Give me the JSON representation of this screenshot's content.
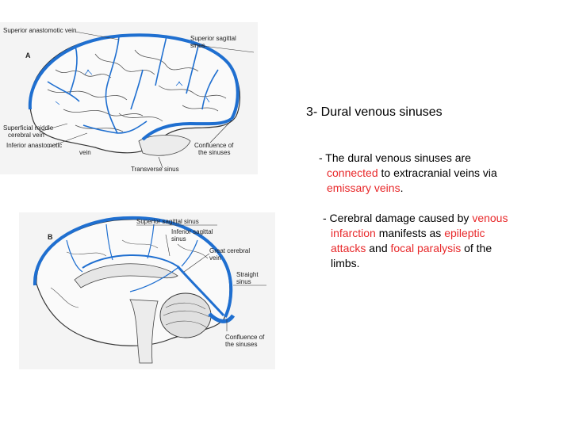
{
  "heading": "3- Dural venous sinuses",
  "para1": {
    "l1": "- The dural venous sinuses are",
    "l2_red": "connected",
    "l2_rest": " to extracranial veins via",
    "l3_red": "emissary veins",
    "l3_end": "."
  },
  "para2": {
    "l1_start": "- Cerebral damage caused by ",
    "l1_red": "venous",
    "l2_red1": "infarction",
    "l2_mid": " manifests as ",
    "l2_red2": "epileptic",
    "l3_red1": "attacks",
    "l3_mid": " and ",
    "l3_red2": "focal paralysis",
    "l3_end": " of the",
    "l4": "limbs."
  },
  "figure_a": {
    "letter": "A",
    "labels": {
      "superior_anastomotic_vein": "Superior anastomotic vein",
      "superior_sagittal": "Superior sagittal",
      "sinus": "sinus",
      "superficial_middle": "Superficial middle",
      "cerebral_vein": "cerebral vein",
      "inferior_anastomotic": "Inferior anastomotic",
      "vein": "vein",
      "confluence_of": "Confluence of",
      "the_sinuses": "the sinuses",
      "transverse_sinus": "Transverse sinus"
    }
  },
  "figure_b": {
    "letter": "B",
    "labels": {
      "superior_sagittal_sinus": "Superior sagittal sinus",
      "inferior_sagittal": "Inferior sagittal",
      "sinus": "sinus",
      "great_cerebral": "Great cerebral",
      "vein": "vein",
      "straight": "Straight",
      "sinus2": "sinus",
      "confluence_of": "Confluence of",
      "the_sinuses": "the sinuses"
    }
  },
  "colors": {
    "vein_blue": "#1f6fd0",
    "emphasis_red": "#e8282a"
  }
}
